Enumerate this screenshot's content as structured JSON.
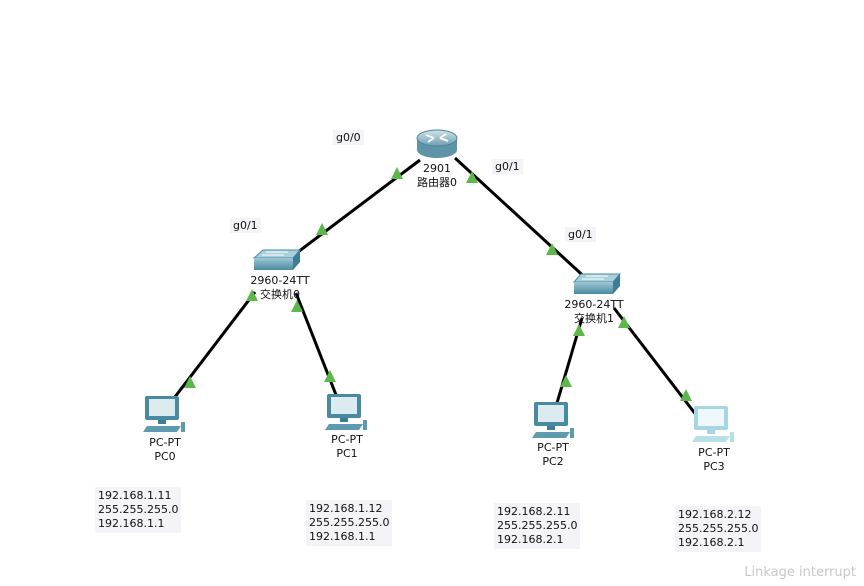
{
  "devices": {
    "router": {
      "model": "2901",
      "name": "路由器0"
    },
    "switch0": {
      "model": "2960-24TT",
      "name": "交换机0"
    },
    "switch1": {
      "model": "2960-24TT",
      "name": "交换机1"
    },
    "pc0": {
      "model": "PC-PT",
      "name": "PC0"
    },
    "pc1": {
      "model": "PC-PT",
      "name": "PC1"
    },
    "pc2": {
      "model": "PC-PT",
      "name": "PC2"
    },
    "pc3": {
      "model": "PC-PT",
      "name": "PC3"
    }
  },
  "ports": {
    "router_left": "g0/0",
    "router_right": "g0/1",
    "switch0_up": "g0/1",
    "switch1_up": "g0/1"
  },
  "ip_config": {
    "pc0": {
      "ip": "192.168.1.11",
      "mask": "255.255.255.0",
      "gateway": "192.168.1.1"
    },
    "pc1": {
      "ip": "192.168.1.12",
      "mask": "255.255.255.0",
      "gateway": "192.168.1.1"
    },
    "pc2": {
      "ip": "192.168.2.11",
      "mask": "255.255.255.0",
      "gateway": "192.168.2.1"
    },
    "pc3": {
      "ip": "192.168.2.12",
      "mask": "255.255.255.0",
      "gateway": "192.168.2.1"
    }
  },
  "links": [
    {
      "from": "router",
      "to": "switch0",
      "status": "up"
    },
    {
      "from": "router",
      "to": "switch1",
      "status": "up"
    },
    {
      "from": "switch0",
      "to": "pc0",
      "status": "up"
    },
    {
      "from": "switch0",
      "to": "pc1",
      "status": "up"
    },
    {
      "from": "switch1",
      "to": "pc2",
      "status": "up"
    },
    {
      "from": "switch1",
      "to": "pc3",
      "status": "up"
    }
  ],
  "colors": {
    "link": "#000000",
    "link_up": "#5cb84a",
    "device": "#4d9ab0",
    "pc_inactive": "#9fd3e3"
  },
  "watermark": "Linkage interrupt"
}
